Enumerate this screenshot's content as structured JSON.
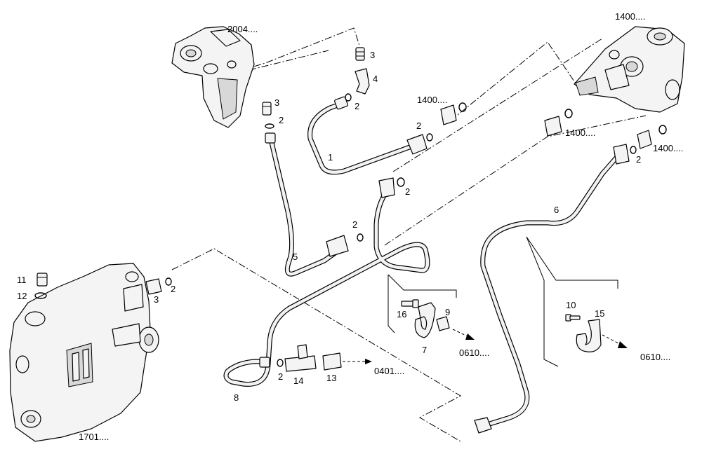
{
  "diagram": {
    "ref_labels": {
      "head": "2004....",
      "pump": "1400....",
      "conn_a": "1400....",
      "conn_b": "1400....",
      "conn_c": "1400....",
      "body": "1701....",
      "out_a": "0610....",
      "out_b": "0610....",
      "out_c": "0401...."
    },
    "callouts": {
      "p1": "1",
      "p2a": "2",
      "p2b": "2",
      "p2c": "2",
      "p2d": "2",
      "p2e": "2",
      "p2f": "2",
      "p2g": "2",
      "p2h": "2",
      "p3a": "3",
      "p3b": "3",
      "p3c": "3",
      "p4": "4",
      "p5": "5",
      "p6": "6",
      "p7": "7",
      "p8": "8",
      "p9": "9",
      "p10": "10",
      "p11": "11",
      "p12": "12",
      "p13": "13",
      "p14": "14",
      "p15": "15",
      "p16": "16"
    }
  }
}
